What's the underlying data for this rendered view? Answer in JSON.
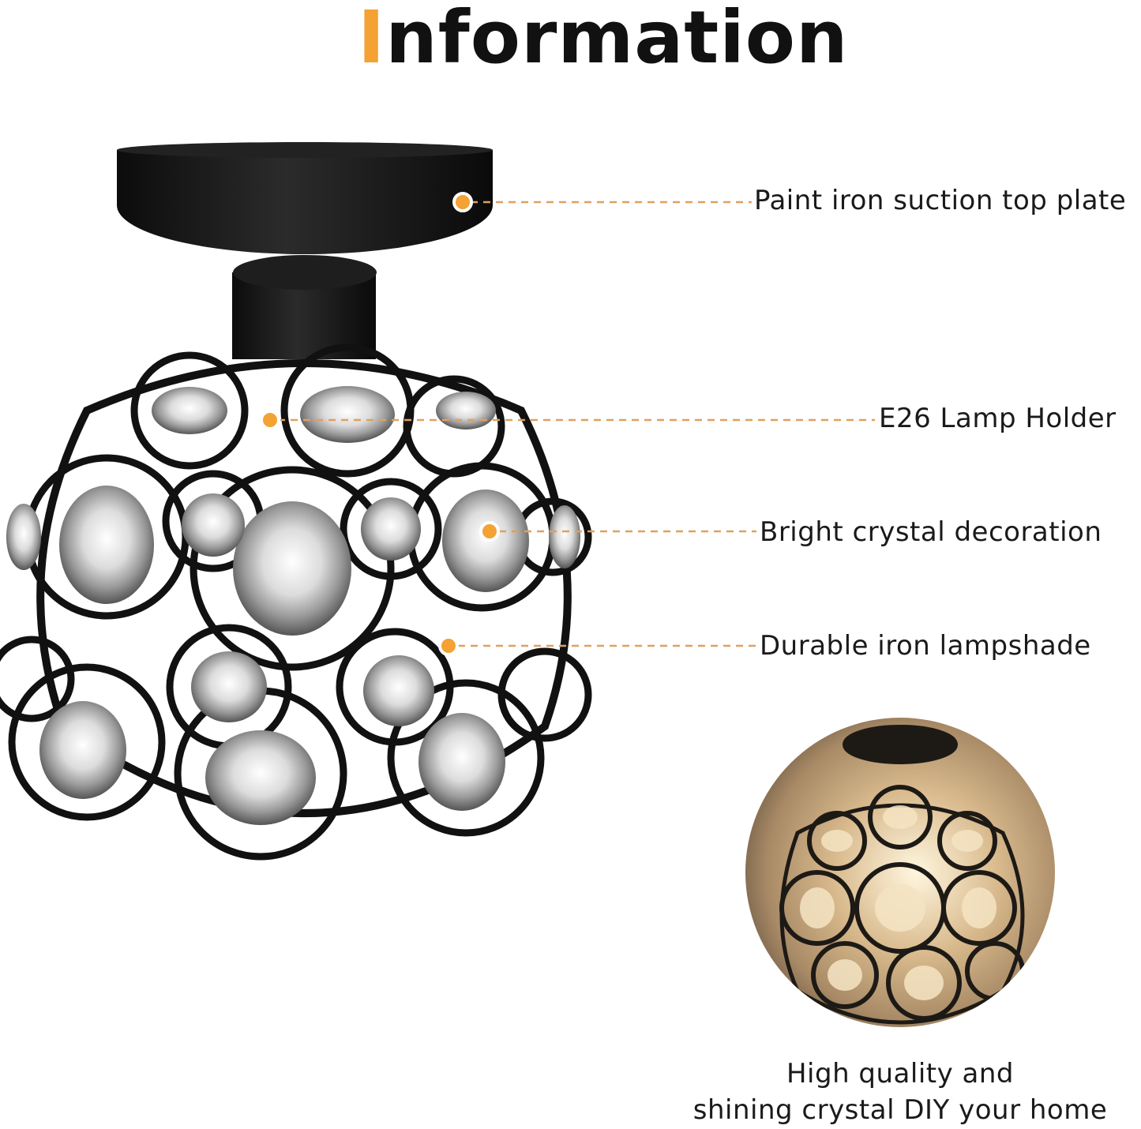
{
  "title": {
    "first_letter": "I",
    "rest": "nformation"
  },
  "callouts": [
    {
      "id": "top-plate",
      "label": "Paint iron suction top plate"
    },
    {
      "id": "lamp-holder",
      "label": "E26 Lamp Holder"
    },
    {
      "id": "crystal",
      "label": "Bright crystal decoration"
    },
    {
      "id": "lampshade",
      "label": "Durable iron lampshade"
    }
  ],
  "caption": {
    "line1": "High quality and",
    "line2": "shining crystal DIY your home"
  },
  "colors": {
    "accent": "#f3a233",
    "dash": "#e0a060",
    "metal": "#111111"
  }
}
